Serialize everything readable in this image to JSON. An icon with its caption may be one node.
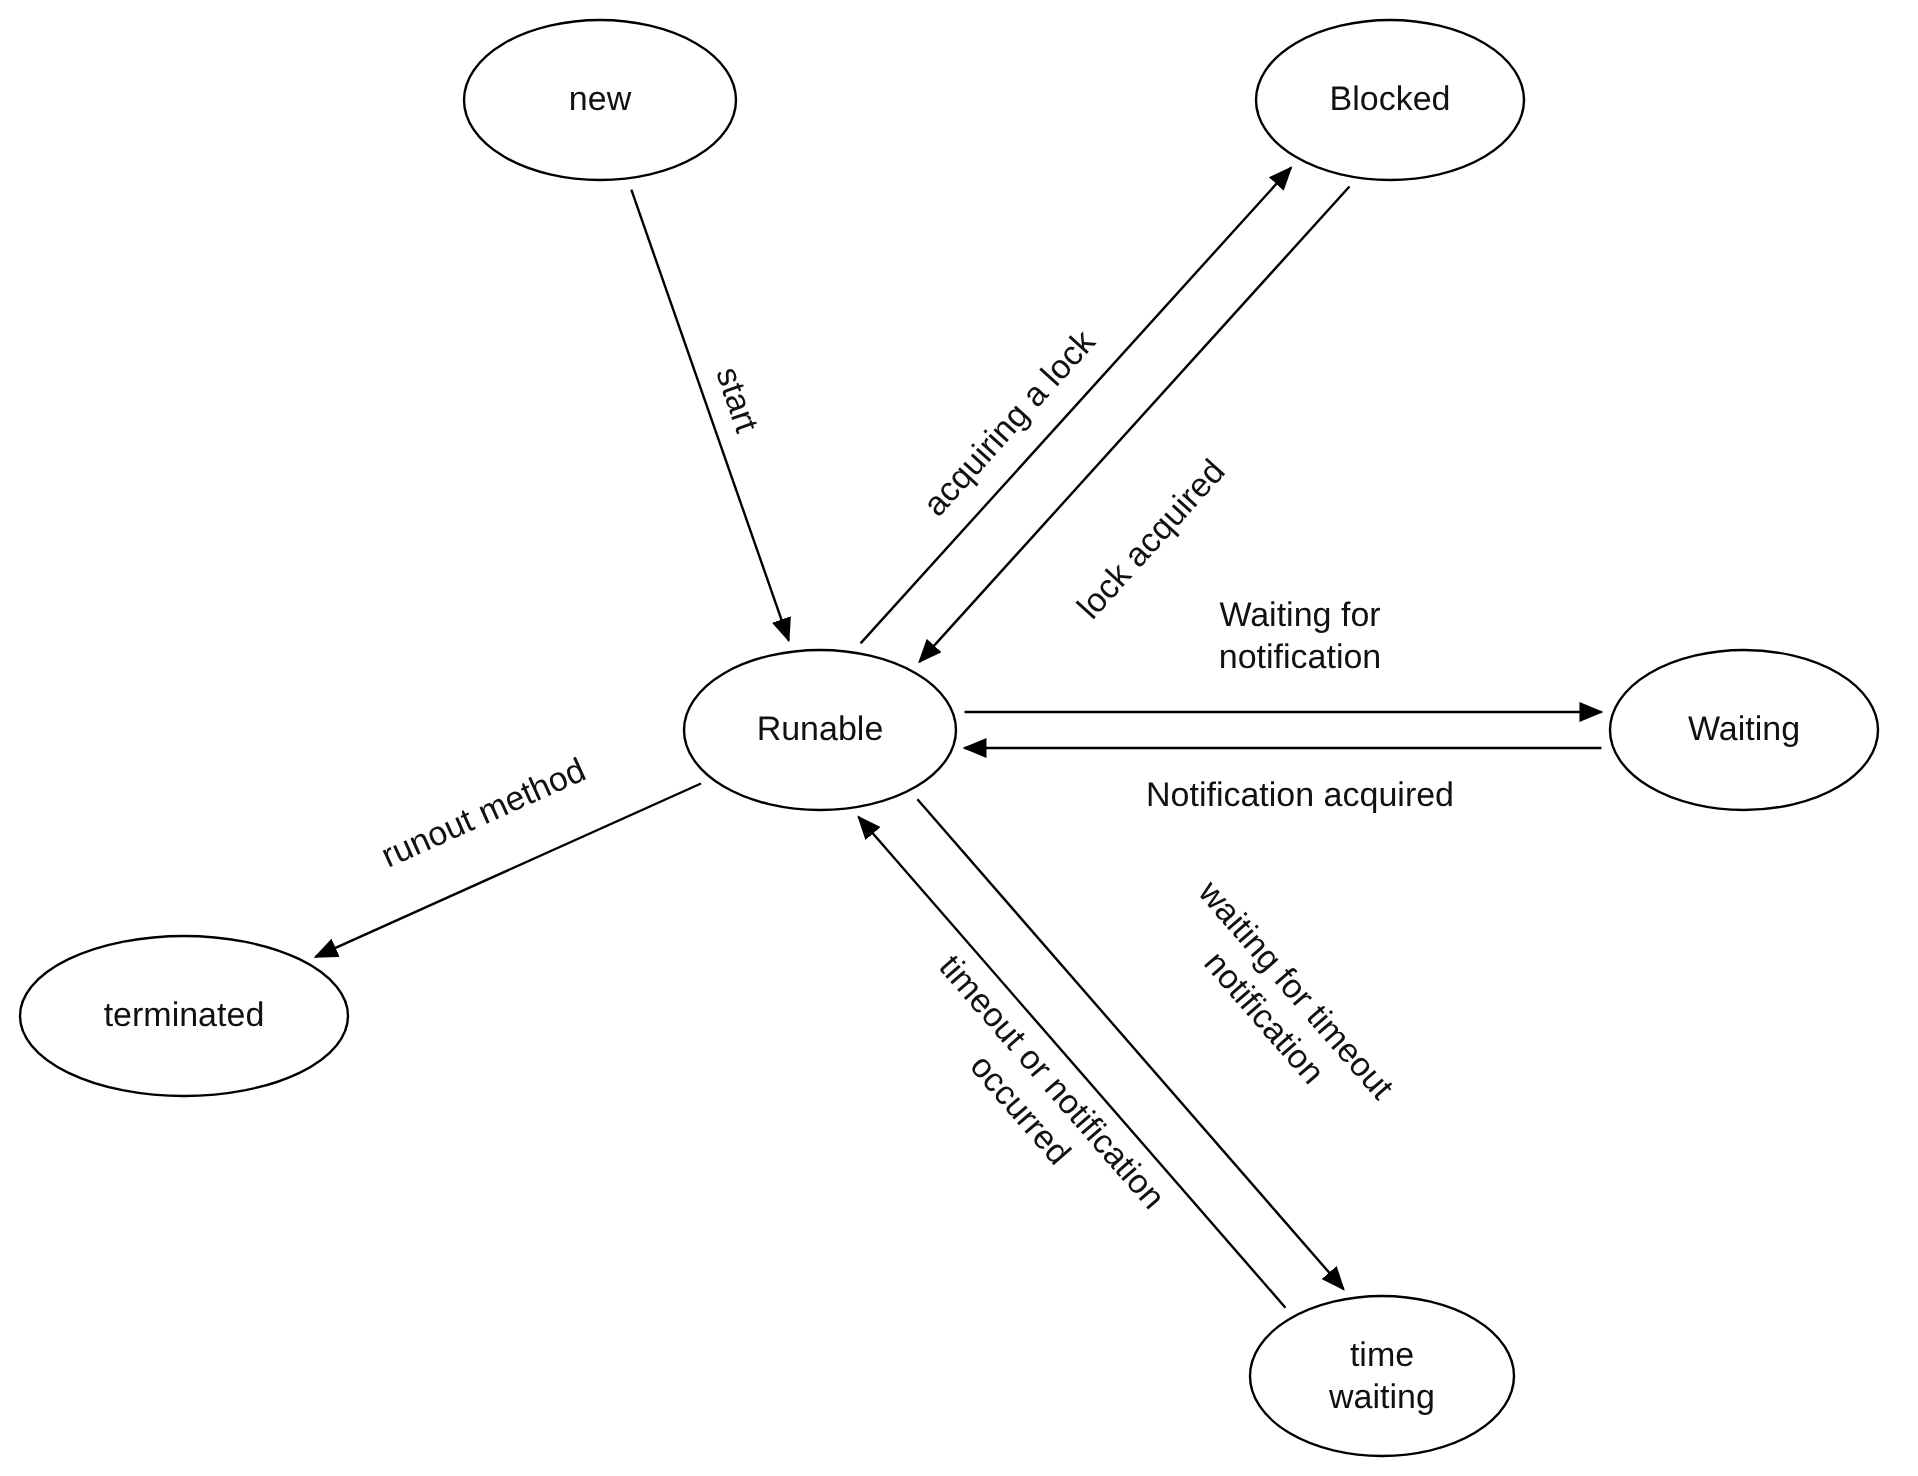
{
  "diagram": {
    "nodes": [
      {
        "text": [
          "new"
        ]
      },
      {
        "text": [
          "Blocked"
        ]
      },
      {
        "text": [
          "Runable"
        ]
      },
      {
        "text": [
          "Waiting"
        ]
      },
      {
        "text": [
          "terminated"
        ]
      },
      {
        "text": [
          "time waiting"
        ]
      }
    ],
    "edges": [
      {
        "from": 0,
        "to": 2,
        "arrow": "to",
        "label": "start"
      },
      {
        "from": 2,
        "to": 1,
        "arrow": "to",
        "label": "acquiring a lock"
      },
      {
        "from": 1,
        "to": 2,
        "arrow": "to",
        "label": "lock acquired"
      },
      {
        "from": 2,
        "to": 3,
        "arrow": "to",
        "label": "Waiting for notification"
      },
      {
        "from": 3,
        "to": 2,
        "arrow": "to",
        "label": "Notification acquired"
      },
      {
        "from": 2,
        "to": 4,
        "arrow": "to",
        "label": "runout method"
      },
      {
        "from": 2,
        "to": 5,
        "arrow": "to",
        "label": "waiting for timeout notification"
      },
      {
        "from": 5,
        "to": 2,
        "arrow": "to",
        "label": "timeout or notification occurred"
      }
    ]
  }
}
